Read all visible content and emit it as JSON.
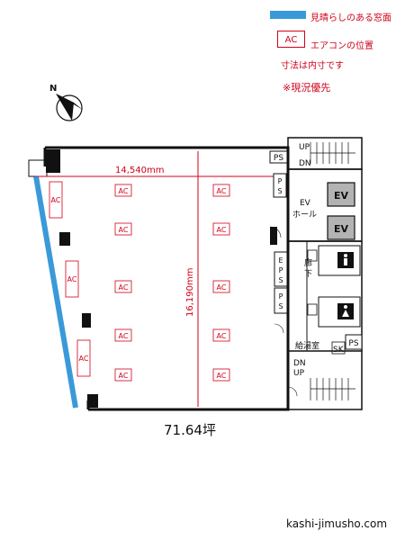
{
  "legend": {
    "view_window_label": "見晴らしのある窓面",
    "view_window_color": "#3a9ad9",
    "ac_box_label": "AC",
    "ac_position_label": "エアコンの位置",
    "dimension_note": "寸法は内寸です",
    "priority_note": "※現況優先",
    "accent_color": "#d0001a"
  },
  "plan": {
    "north_label": "N",
    "width_dimension": "14,540mm",
    "depth_dimension": "16,190mm",
    "ac_label": "AC",
    "ps_label": "PS",
    "eps_label": "EPS",
    "ev_label": "EV",
    "ev_hall_label": "EV\nホール",
    "corridor_label": "廊下",
    "kitchen_label": "給湯室",
    "sk_label": "SK",
    "up_label": "UP",
    "dn_label": "DN",
    "area_label": "71.64坪"
  },
  "footer": {
    "site": "kashi-jimusho.com"
  }
}
